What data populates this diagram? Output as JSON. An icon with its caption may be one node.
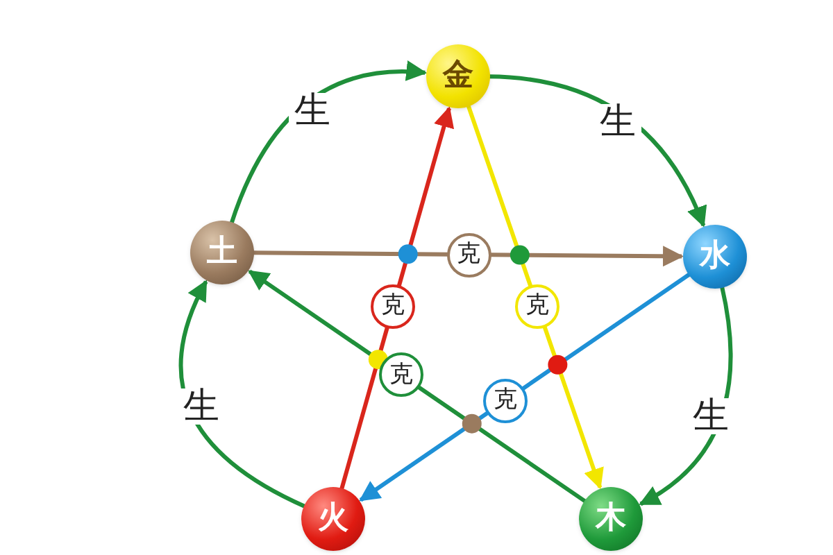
{
  "diagram": {
    "nodes": [
      {
        "text": [
          "金"
        ]
      },
      {
        "text": [
          "水"
        ]
      },
      {
        "text": [
          "木"
        ]
      },
      {
        "text": [
          "火"
        ]
      },
      {
        "text": [
          "土"
        ]
      }
    ],
    "edges": [
      {
        "from": 4,
        "to": 0,
        "arrow": "to",
        "label": "生"
      },
      {
        "from": 0,
        "to": 1,
        "arrow": "to",
        "label": "生"
      },
      {
        "from": 1,
        "to": 2,
        "arrow": "to",
        "label": "生"
      },
      {
        "from": 3,
        "to": 4,
        "arrow": "to",
        "label": "生"
      },
      {
        "from": 4,
        "to": 1,
        "arrow": "to",
        "label": "克",
        "color": "#9a7b5f"
      },
      {
        "from": 3,
        "to": 0,
        "arrow": "to",
        "label": "克",
        "color": "#d9261c"
      },
      {
        "from": 0,
        "to": 2,
        "arrow": "to",
        "label": "克",
        "color": "#f2e600"
      },
      {
        "from": 2,
        "to": 4,
        "arrow": "to",
        "label": "克"
      },
      {
        "from": 1,
        "to": 3,
        "arrow": "to",
        "label": "克",
        "color": "#1e90d6"
      }
    ]
  }
}
